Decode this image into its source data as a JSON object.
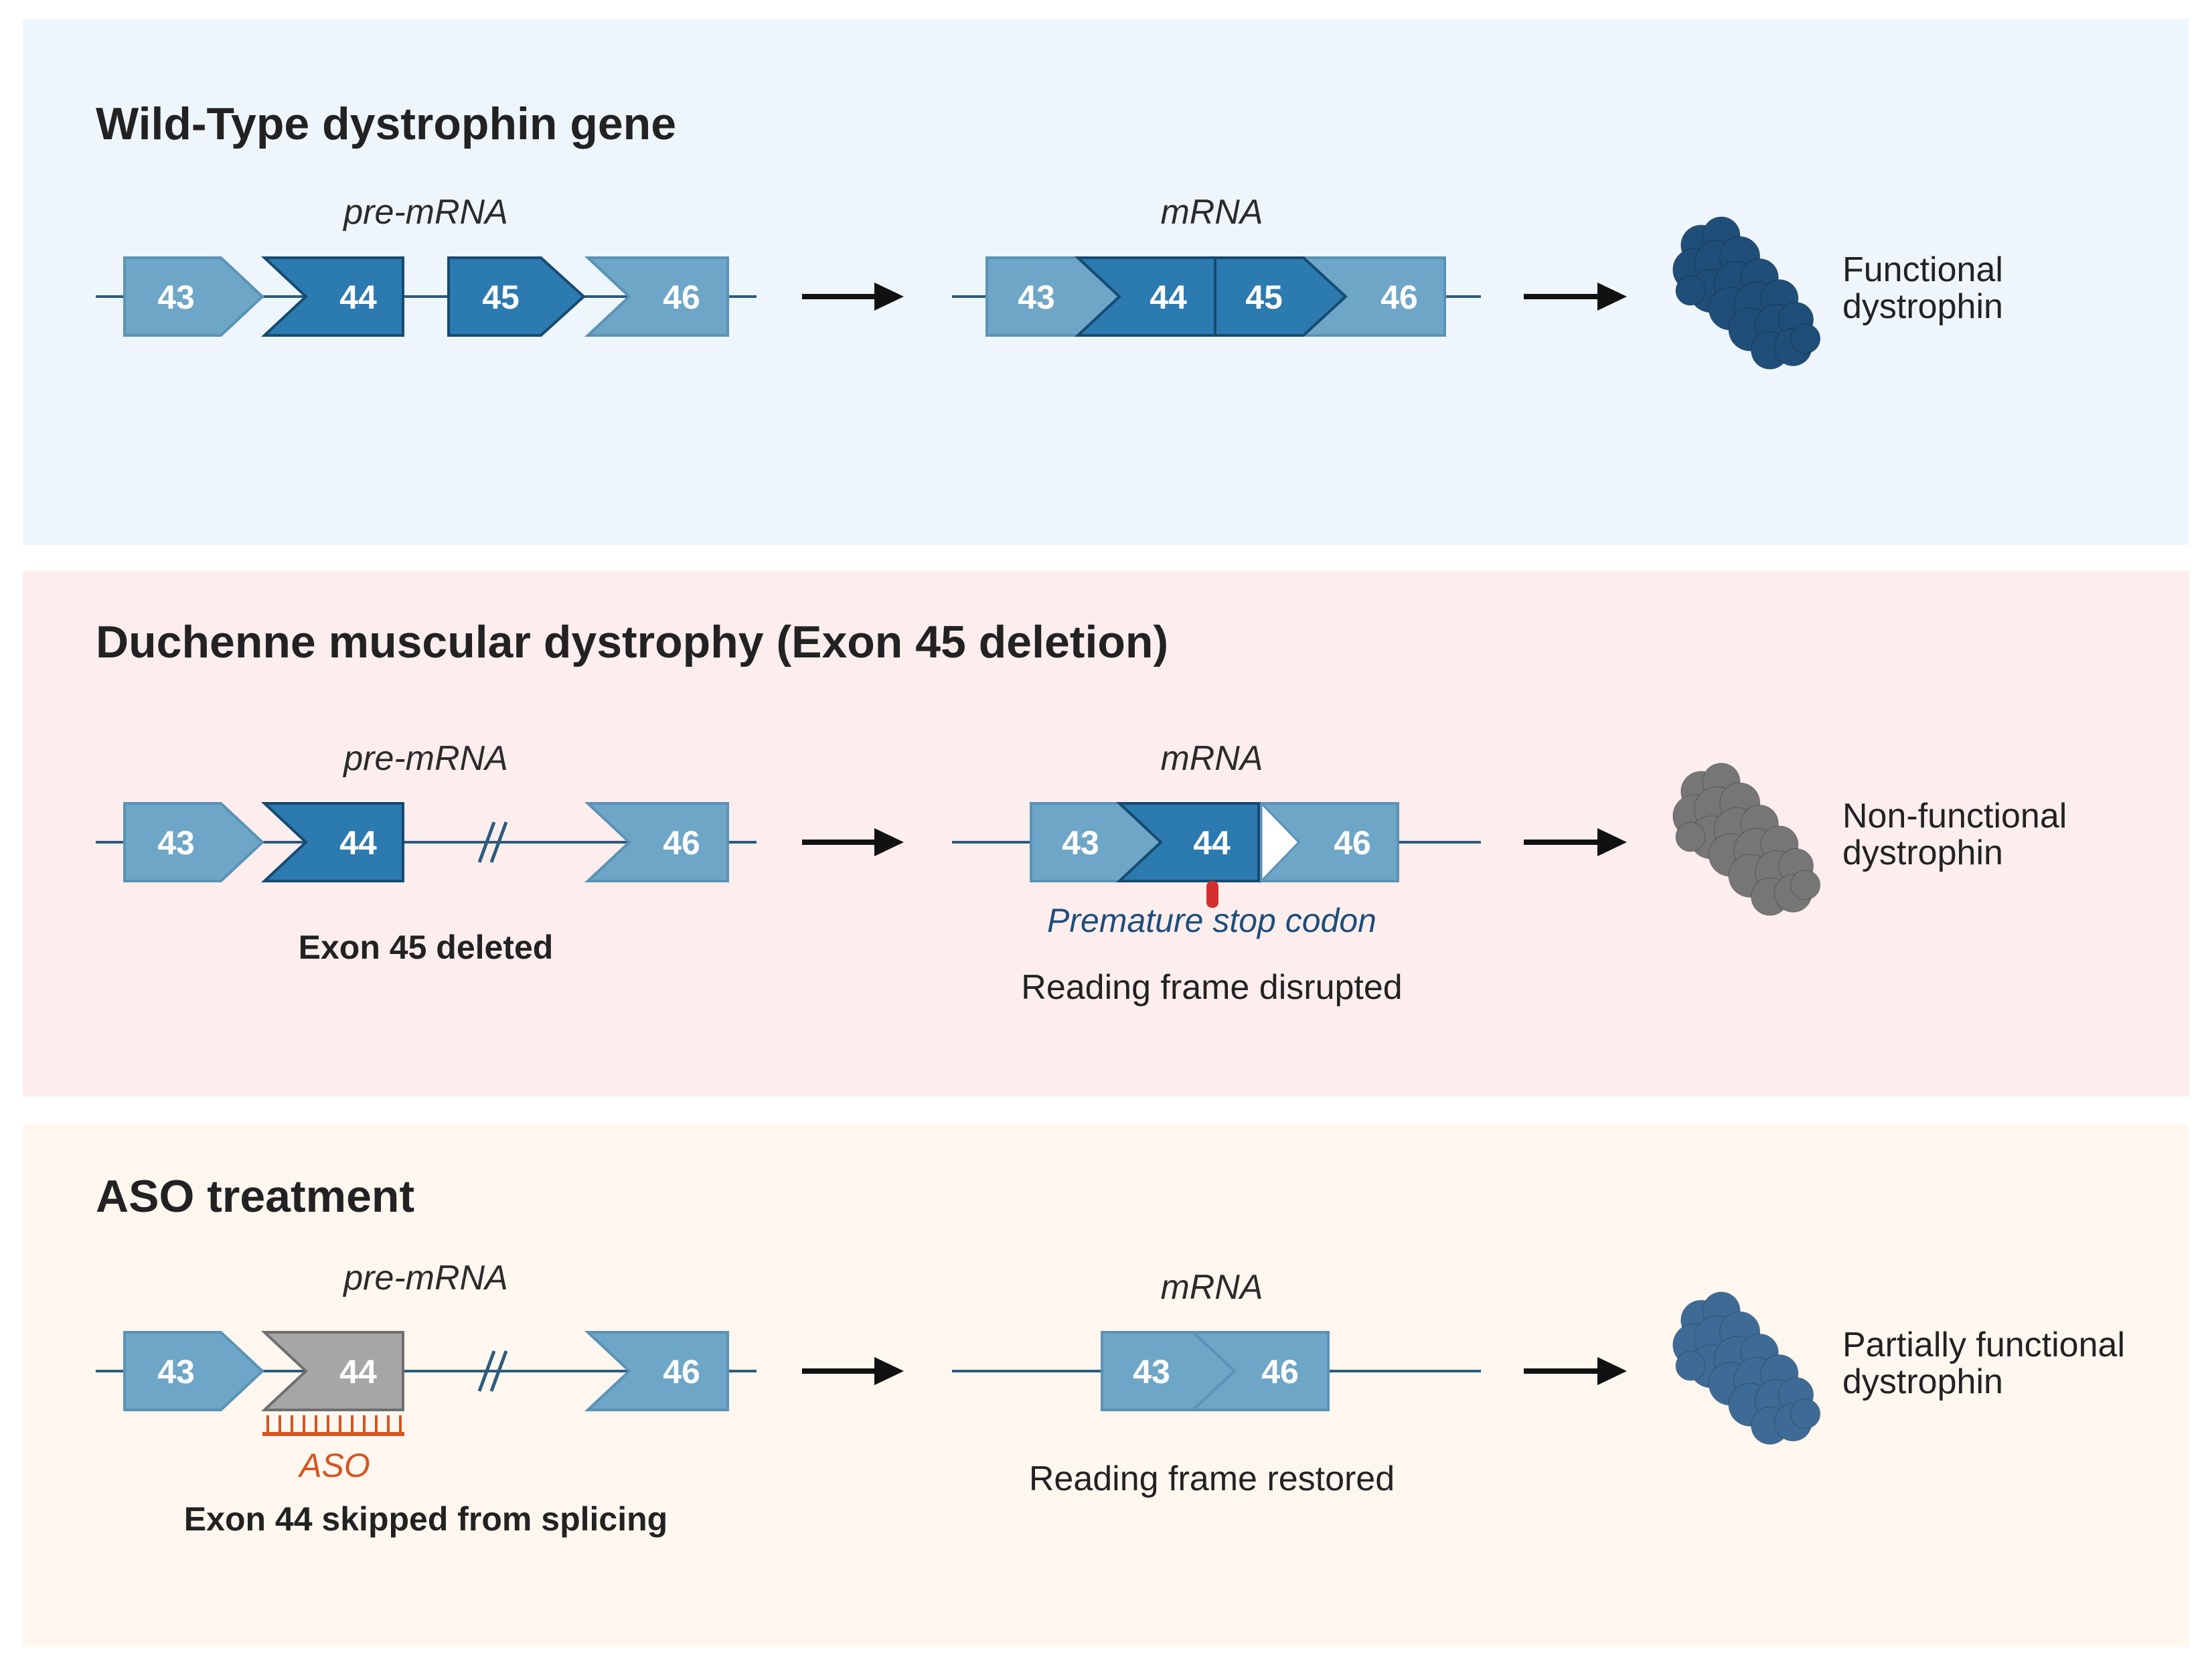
{
  "colors": {
    "panel_wt": "#eef6fb",
    "panel_dmd": "#fdeeee",
    "panel_aso": "#fdf7ef",
    "exon_light": "#6ea6c7",
    "exon_light_stroke": "#5a93b6",
    "exon_dark": "#2b7ab0",
    "exon_dark_stroke": "#174a70",
    "exon_gray": "#a6a6a6",
    "exon_gray_stroke": "#6e6e6e",
    "line": "#2d5b7c",
    "arrow": "#111111",
    "stop": "#d32f2f",
    "aso": "#d9531e",
    "protein_functional": "#1f4e79",
    "protein_nonfunctional": "#767676",
    "protein_partial": "#3e6b96"
  },
  "icons": [
    "arrow-right-icon",
    "protein-blob-icon",
    "break-mark-icon",
    "stop-codon-icon",
    "aso-comb-icon"
  ],
  "panels": {
    "wild_type": {
      "title": "Wild-Type dystrophin gene",
      "pre_label": "pre-mRNA",
      "mrna_label": "mRNA",
      "pre_exons": [
        "43",
        "44",
        "45",
        "46"
      ],
      "mrna_exons": [
        "43",
        "44",
        "45",
        "46"
      ],
      "protein_line1": "Functional",
      "protein_line2": "dystrophin"
    },
    "dmd": {
      "title": "Duchenne muscular dystrophy (Exon 45 deletion)",
      "pre_label": "pre-mRNA",
      "mrna_label": "mRNA",
      "pre_exons": [
        "43",
        "44",
        "46"
      ],
      "mrna_exons": [
        "43",
        "44",
        "46"
      ],
      "deleted_note": "Exon 45 deleted",
      "stop_label": "Premature stop codon",
      "frame_note": "Reading frame disrupted",
      "protein_line1": "Non-functional",
      "protein_line2": "dystrophin"
    },
    "aso": {
      "title": "ASO treatment",
      "pre_label": "pre-mRNA",
      "mrna_label": "mRNA",
      "pre_exons": [
        "43",
        "44",
        "46"
      ],
      "mrna_exons": [
        "43",
        "46"
      ],
      "aso_label": "ASO",
      "skip_note": "Exon 44 skipped from splicing",
      "frame_note": "Reading frame restored",
      "protein_line1": "Partially functional",
      "protein_line2": "dystrophin"
    }
  }
}
